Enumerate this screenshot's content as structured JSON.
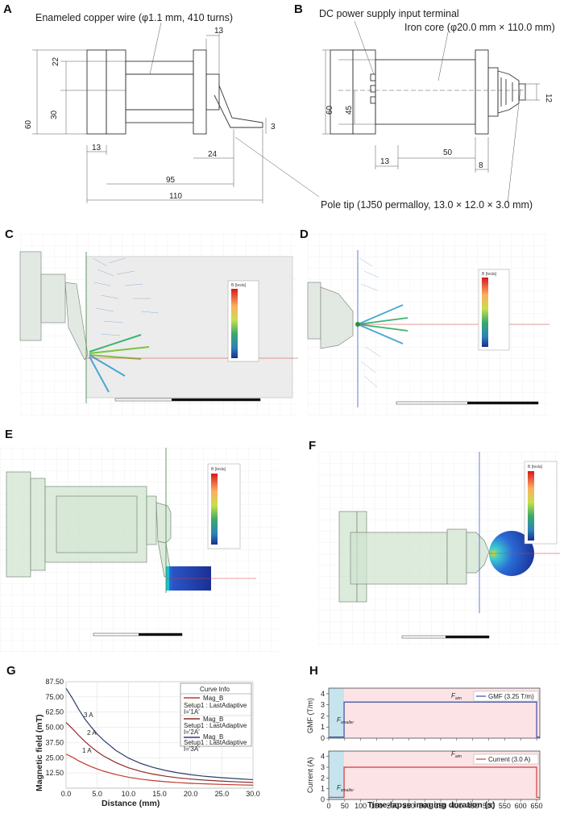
{
  "panels": {
    "a": "A",
    "b": "B",
    "c": "C",
    "d": "D",
    "e": "E",
    "f": "F",
    "g": "G",
    "h": "H"
  },
  "panel_a": {
    "wire_label": "Enameled copper wire (φ1.1 mm, 410 turns)",
    "dims": {
      "d13_top": "13",
      "d22": "22",
      "d30": "30",
      "d60": "60",
      "d13_bot": "13",
      "d24": "24",
      "d95": "95",
      "d110": "110",
      "d3": "3"
    }
  },
  "panel_b": {
    "terminal_label": "DC power supply input terminal",
    "core_label": "Iron core (φ20.0 mm × 110.0 mm)",
    "pole_label": "Pole tip (1J50 permalloy, 13.0 × 12.0 × 3.0 mm)",
    "dims": {
      "d60": "60",
      "d45": "45",
      "d12": "12",
      "d13": "13",
      "d50": "50",
      "d8": "8"
    }
  },
  "sim_legend_title": "B [tesla]",
  "panel_g": {
    "legend_title": "Curve Info",
    "curve_1a": "1 A",
    "curve_2a": "2 A",
    "curve_3a": "3 A",
    "leg1_l1": "Mag_B",
    "leg1_l2": "Setup1 : LastAdaptive",
    "leg1_l3": "I='1A'",
    "leg2_l1": "Mag_B",
    "leg2_l2": "Setup1 : LastAdaptive",
    "leg2_l3": "I='2A'",
    "leg3_l1": "Mag_B",
    "leg3_l2": "Setup1 : LastAdaptive",
    "leg3_l3": "I='3A'"
  },
  "panel_h": {
    "f_smaller_top": "F",
    "f_smaller_top_sub": "smaller",
    "f_aim_top": "F",
    "f_aim_top_sub": "aim",
    "f_smaller_bot": "F",
    "f_smaller_bot_sub": "smaller",
    "f_aim_bot": "F",
    "f_aim_bot_sub": "aim"
  },
  "colors": {
    "curve_1a": "#c0392b",
    "curve_2a": "#8e2a2a",
    "curve_3a": "#2c3e6b",
    "gmf_line": "#3b4fa0",
    "current_line": "#d23a3a",
    "phase_blue": "#c5e4ee",
    "phase_pink": "#fbe3e6",
    "cad_green": "#cfe3cf",
    "cad_line": "#7a8a7a"
  },
  "chart_data": [
    {
      "type": "line",
      "panel": "G",
      "xlabel": "Distance (mm)",
      "ylabel": "Magnetic field (mT)",
      "xlim": [
        0,
        30
      ],
      "ylim": [
        0,
        87.5
      ],
      "xticks": [
        0.0,
        5.0,
        10.0,
        15.0,
        20.0,
        25.0,
        30.0
      ],
      "xtick_labels": [
        "0.0",
        "5.0",
        "10.0",
        "15.0",
        "20.0",
        "25.0",
        "30.0"
      ],
      "yticks": [
        12.5,
        25.0,
        37.5,
        50.0,
        62.5,
        75.0,
        87.5
      ],
      "ytick_labels": [
        "12.50",
        "25.00",
        "37.50",
        "50.00",
        "62.50",
        "75.00",
        "87.50"
      ],
      "grid": true,
      "legend": "top-right",
      "x": [
        0,
        1,
        2,
        3,
        4,
        5,
        6,
        8,
        10,
        12,
        14,
        16,
        18,
        20,
        22,
        25,
        28,
        30
      ],
      "series": [
        {
          "name": "Mag_B Setup1 : LastAdaptive I='1A'",
          "values": [
            28,
            25.5,
            22.5,
            20,
            17.8,
            15.8,
            14,
            11.2,
            9,
            7.4,
            6.2,
            5.3,
            4.6,
            4,
            3.6,
            3.1,
            2.7,
            2.5
          ]
        },
        {
          "name": "Mag_B Setup1 : LastAdaptive I='2A'",
          "values": [
            54,
            49,
            43.5,
            38.5,
            34,
            30,
            26.5,
            21,
            16.8,
            13.8,
            11.5,
            9.8,
            8.5,
            7.5,
            6.7,
            5.8,
            5.1,
            4.7
          ]
        },
        {
          "name": "Mag_B Setup1 : LastAdaptive I='3A'",
          "values": [
            82,
            74,
            65,
            57,
            50.5,
            44.5,
            39.5,
            31,
            24.8,
            20.3,
            17,
            14.5,
            12.6,
            11.1,
            9.9,
            8.6,
            7.6,
            7.0
          ]
        }
      ]
    },
    {
      "type": "line",
      "panel": "H",
      "xlabel": "Time-lapse imaging duration (s)",
      "xlim": [
        0,
        660
      ],
      "xticks": [
        0,
        50,
        100,
        150,
        200,
        250,
        300,
        350,
        400,
        450,
        500,
        550,
        600,
        650
      ],
      "xtick_labels": [
        "0",
        "50",
        "100",
        "150",
        "200",
        "250",
        "300",
        "350",
        "400",
        "450",
        "500",
        "550",
        "600",
        "650"
      ],
      "subplots": [
        {
          "ylabel": "GMF (T/m)",
          "ylim": [
            0,
            4.5
          ],
          "yticks": [
            0,
            1,
            2,
            3,
            4
          ],
          "ytick_labels": [
            "0",
            "1",
            "2",
            "3",
            "4"
          ],
          "legend": "top-right",
          "series": [
            {
              "name": "GMF (3.25 T/m)",
              "x": [
                0,
                48,
                48,
                650,
                650,
                660
              ],
              "values": [
                0.1,
                0.1,
                3.25,
                3.25,
                0.1,
                0.1
              ]
            }
          ]
        },
        {
          "ylabel": "Current (A)",
          "ylim": [
            0,
            4.5
          ],
          "yticks": [
            0,
            1,
            2,
            3,
            4
          ],
          "ytick_labels": [
            "0",
            "1",
            "2",
            "3",
            "4"
          ],
          "legend": "top-right",
          "series": [
            {
              "name": "Current (3.0 A)",
              "x": [
                0,
                48,
                48,
                650,
                650,
                660
              ],
              "values": [
                0.2,
                0.2,
                3.0,
                3.0,
                0.2,
                0.2
              ]
            }
          ]
        }
      ],
      "phases": [
        {
          "range": [
            0,
            48
          ],
          "color": "#c5e4ee"
        },
        {
          "range": [
            48,
            660
          ],
          "color": "#fbe3e6"
        }
      ]
    }
  ]
}
